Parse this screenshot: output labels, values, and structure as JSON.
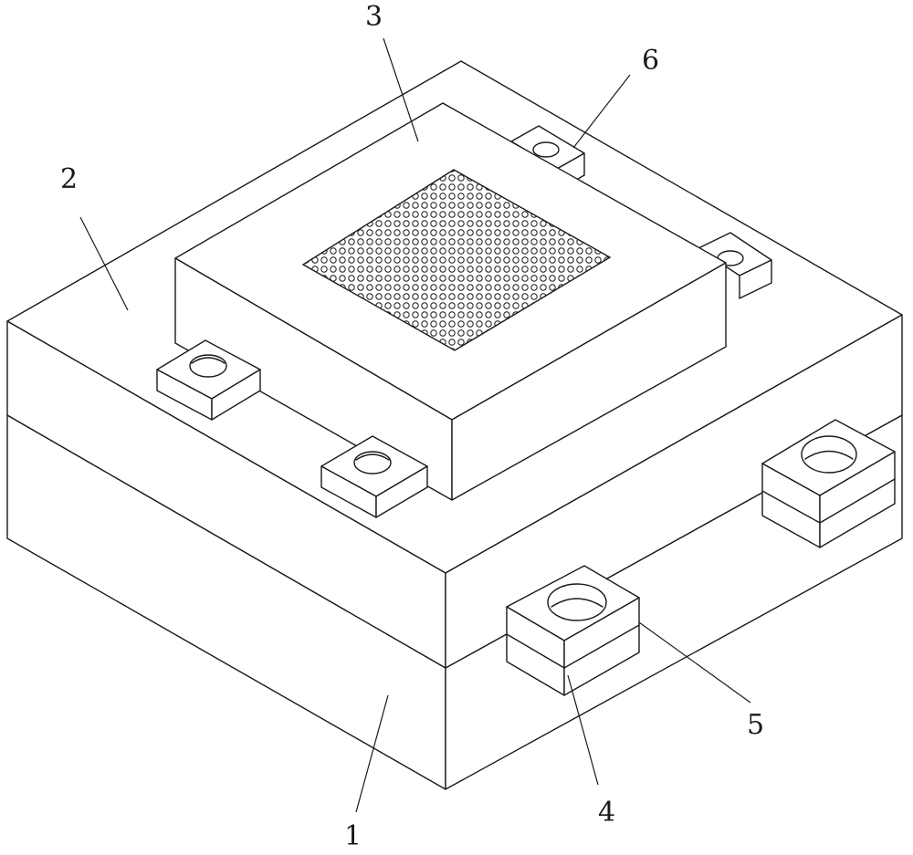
{
  "labels": {
    "l1": "1",
    "l2": "2",
    "l3": "3",
    "l4": "4",
    "l5": "5",
    "l6": "6"
  },
  "colors": {
    "line": "#1a1a1a",
    "background": "#ffffff"
  }
}
